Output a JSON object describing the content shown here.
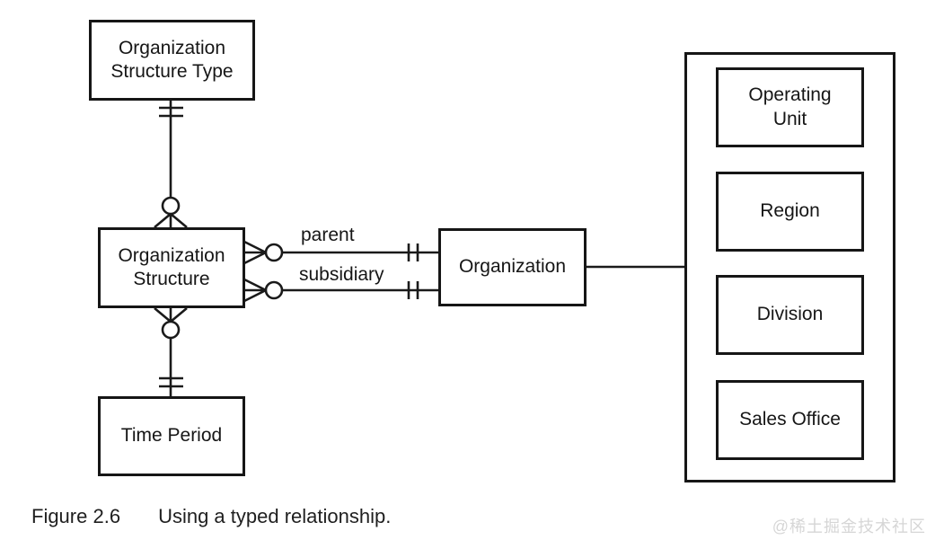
{
  "figure": {
    "caption_label": "Figure 2.6",
    "caption_text": "Using a typed relationship.",
    "watermark": "@稀土掘金技术社区"
  },
  "diagram": {
    "entities": {
      "org_structure_type": "Organization Structure Type",
      "org_structure": "Organization Structure",
      "time_period": "Time Period",
      "organization": "Organization"
    },
    "relationship_labels": {
      "parent": "parent",
      "subsidiary": "subsidiary"
    },
    "subtypes": [
      {
        "label": "Operating Unit"
      },
      {
        "label": "Region"
      },
      {
        "label": "Division"
      },
      {
        "label": "Sales Office"
      }
    ],
    "colors": {
      "line": "#1a1a1a",
      "background": "#ffffff",
      "watermark_text": "#d6d6d6"
    }
  }
}
